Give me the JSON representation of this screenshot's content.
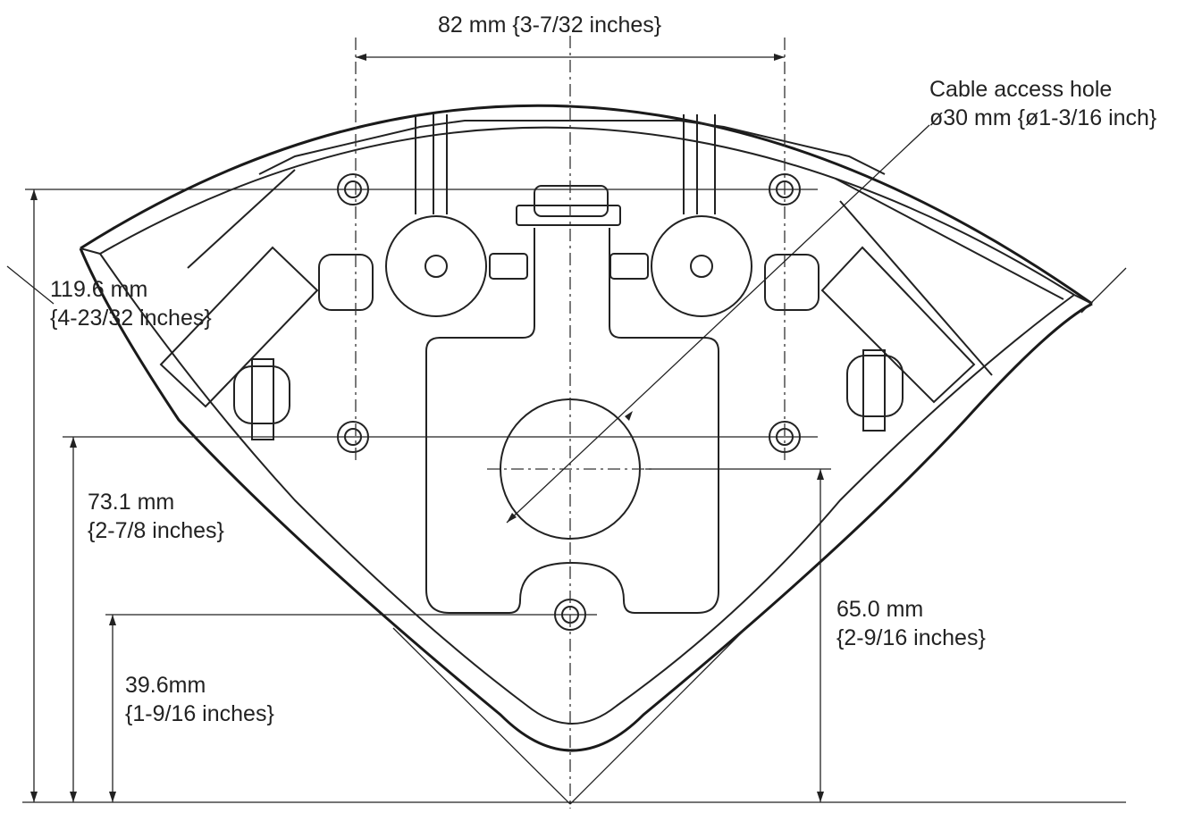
{
  "drawing": {
    "dimensions": {
      "width": {
        "value": "82 mm",
        "imperial": "{3-7/32 inches}"
      },
      "cable_access_hole": {
        "title": "Cable access hole",
        "value": "ø30 mm {ø1-3/16 inch}"
      },
      "total_height": {
        "value": "119.6 mm",
        "imperial": "{4-23/32 inches}"
      },
      "upper_holes_height": {
        "value": "73.1 mm",
        "imperial": "{2-7/8 inches}"
      },
      "cable_hole_height": {
        "value": "65.0 mm",
        "imperial": "{2-9/16 inches}"
      },
      "lower_hole_height": {
        "value": "39.6mm",
        "imperial": "{1-9/16 inches}"
      }
    }
  }
}
